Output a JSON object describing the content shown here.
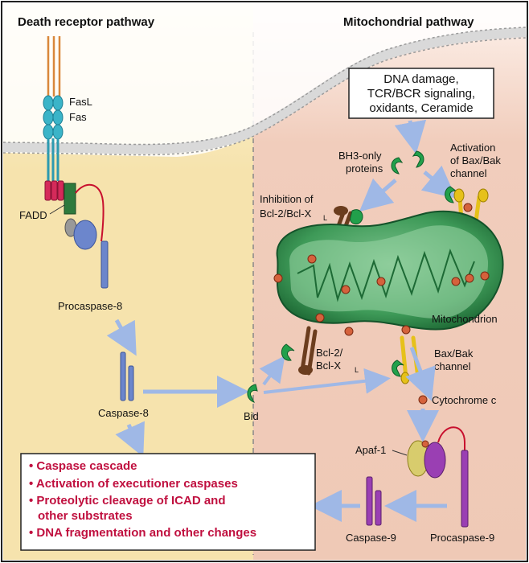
{
  "headers": {
    "left": "Death receptor pathway",
    "right": "Mitochondrial pathway"
  },
  "stimulus_box": [
    "DNA damage,",
    "TCR/BCR signaling,",
    "oxidants, Ceramide"
  ],
  "labels": {
    "fasl": "FasL",
    "fas": "Fas",
    "fadd": "FADD",
    "procaspase8": "Procaspase-8",
    "caspase8": "Caspase-8",
    "bid": "Bid",
    "bh3": [
      "BH3-only",
      "proteins"
    ],
    "activation": [
      "Activation",
      "of Bax/Bak",
      "channel"
    ],
    "inhibition": [
      "Inhibition of",
      "Bcl-2/Bcl-X"
    ],
    "inhibition_sub": "L",
    "mitochondrion": "Mitochondrion",
    "bcl2": [
      "Bcl-2/",
      "Bcl-X"
    ],
    "bcl2_sub": "L",
    "baxbak": [
      "Bax/Bak",
      "channel"
    ],
    "cytochrome": "Cytochrome c",
    "apaf": "Apaf-1",
    "caspase9": "Caspase-9",
    "procaspase9": "Procaspase-9"
  },
  "outcomes": [
    "• Caspase cascade",
    "• Activation of executioner caspases",
    "• Proteolytic cleavage of ICAD and",
    "other substrates",
    "• DNA fragmentation and other changes"
  ],
  "colors": {
    "left_bg": "#f6e3ad",
    "right_bg": "#f0cdbb",
    "arrow": "#9fb8e6",
    "mito": "#2f8a4a",
    "outcome_text": "#c0103f",
    "caspase": "#6c86cc",
    "caspase9": "#9a3fb3"
  }
}
